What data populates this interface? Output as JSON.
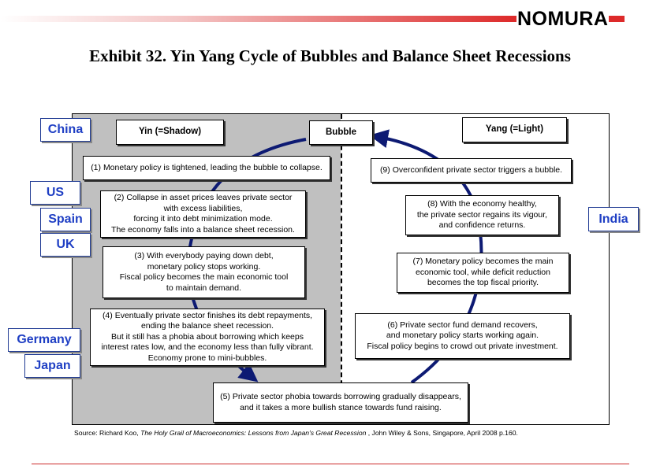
{
  "brand": {
    "logo_text": "NOMURA"
  },
  "title": "Exhibit 32.  Yin Yang Cycle of Bubbles and Balance Sheet Recessions",
  "labels": {
    "yin": "Yin (=Shadow)",
    "yang": "Yang (=Light)",
    "bubble": "Bubble"
  },
  "steps": [
    "(1) Monetary policy is tightened, leading the bubble to collapse.",
    "(2) Collapse in asset prices leaves private sector\nwith excess liabilities,\nforcing it into debt minimization mode.\nThe economy falls into a balance sheet recession.",
    "(3) With everybody paying down debt,\nmonetary policy stops working.\nFiscal policy becomes the main economic tool\nto maintain demand.",
    "(4) Eventually private sector finishes its debt repayments,\nending the balance sheet recession.\nBut it still has a phobia about borrowing which keeps\ninterest rates low, and the economy less than fully vibrant.\nEconomy prone to mini-bubbles.",
    "(5) Private sector phobia towards borrowing gradually disappears,\nand it takes a more bullish stance towards fund raising.",
    "(6) Private sector fund demand recovers,\nand monetary policy starts working again.\nFiscal policy begins to crowd out private investment.",
    "(7) Monetary policy becomes the main\neconomic tool, while deficit reduction\nbecomes the top fiscal priority.",
    "(8) With the economy healthy,\nthe private sector regains its vigour,\nand confidence returns.",
    "(9) Overconfident private sector triggers a bubble."
  ],
  "countries": {
    "china": "China",
    "us": "US",
    "spain": "Spain",
    "uk": "UK",
    "germany": "Germany",
    "japan": "Japan",
    "india": "India"
  },
  "source": {
    "prefix": "Source: Richard Koo, ",
    "book": "The Holy Grail of Macroeconomics: Lessons from Japan's Great Recession",
    "suffix": " , John Wiley & Sons, Singapore, April 2008 p.160."
  },
  "colors": {
    "arrow": "#0d1a73",
    "country_text": "#1f3fc4",
    "accent_red": "#dd2a2a"
  }
}
